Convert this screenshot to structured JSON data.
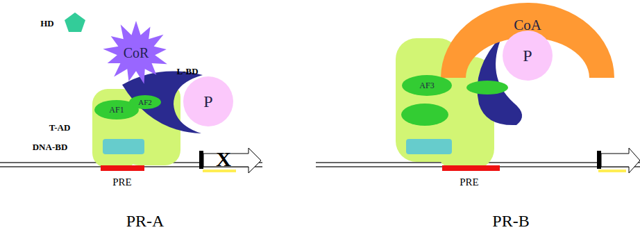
{
  "diagram": {
    "nodes": [
      {
        "text": [
          "CoR"
        ]
      },
      {
        "text": [
          "P"
        ]
      },
      {
        "text": [
          "AF1"
        ]
      },
      {
        "text": [
          "AF2"
        ]
      },
      {
        "text": [
          "CoA"
        ]
      },
      {
        "text": [
          "P"
        ]
      },
      {
        "text": [
          "AF3"
        ]
      }
    ],
    "labels": [
      "HD",
      "L-BD",
      "T-AD",
      "DNA-BD",
      "PRE",
      "X",
      "PR-A",
      "PRE",
      "PR-B"
    ]
  }
}
